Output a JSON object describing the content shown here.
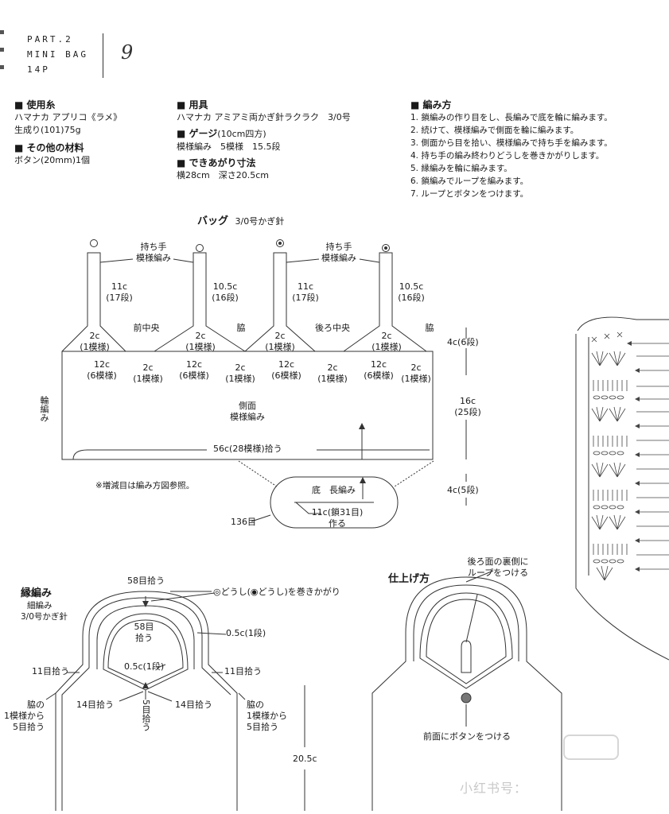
{
  "header": {
    "part": "PART.2",
    "title": "MINI BAG",
    "page_ref": "14P",
    "page_number": "9"
  },
  "materials": {
    "yarn_title": "使用糸",
    "yarn_lines": [
      "ハマナカ アプリコ《ラメ》",
      "生成り(101)75g"
    ],
    "other_title": "その他の材料",
    "other_lines": [
      "ボタン(20mm)1個"
    ]
  },
  "tools": {
    "title": "用具",
    "line": "ハマナカ アミアミ両かぎ針ラクラク　3/0号",
    "gauge_title": "ゲージ",
    "gauge_note": "(10cm四方)",
    "gauge_line": "模様編み　5模様　15.5段",
    "size_title": "できあがり寸法",
    "size_line": "横28cm　深さ20.5cm"
  },
  "method": {
    "title": "編み方",
    "steps": [
      "1. 鎖編みの作り目をし、長編みで底を輪に編みます。",
      "2. 続けて、模様編みで側面を輪に編みます。",
      "3. 側面から目を拾い、模様編みで持ち手を編みます。",
      "4. 持ち手の編み終わりどうしを巻きかがりします。",
      "5. 縁編みを輪に編みます。",
      "6. 鎖編みでループを編みます。",
      "7. ループとボタンをつけます。"
    ]
  },
  "bag_diagram": {
    "title": "バッグ",
    "hook": "3/0号かぎ針",
    "handle_label_1": "持ち手",
    "handle_label_2": "模様編み",
    "strap_lengths": [
      [
        "11c",
        "(17段)"
      ],
      [
        "10.5c",
        "(16段)"
      ],
      [
        "11c",
        "(17段)"
      ],
      [
        "10.5c",
        "(16段)"
      ]
    ],
    "strap_base": [
      "2c",
      "(1模様)"
    ],
    "front_center": "前中央",
    "side": "脇",
    "back_center": "後ろ中央",
    "bottom_row": [
      [
        "12c",
        "(6模様)"
      ],
      [
        "2c",
        "(1模様)"
      ],
      [
        "12c",
        "(6模様)"
      ],
      [
        "2c",
        "(1模様)"
      ],
      [
        "12c",
        "(6模様)"
      ],
      [
        "2c",
        "(1模様)"
      ],
      [
        "12c",
        "(6模様)"
      ],
      [
        "2c",
        "(1模様)"
      ]
    ],
    "round_label": "輪編み",
    "body_1": "側面",
    "body_2": "模様編み",
    "pickup": "56c(28模様)拾う",
    "dim_top": "4c(6段)",
    "dim_mid_1": "16c",
    "dim_mid_2": "(25段)",
    "dim_bottom": "4c(5段)",
    "note": "※増減目は編み方図参照。",
    "base_title": "底　長編み",
    "base_chain_1": "11c(鎖31目)",
    "base_chain_2": "作る",
    "base_total": "136目"
  },
  "edging": {
    "title": "縁編み",
    "sub_1": "細編み",
    "sub_2": "3/0号かぎ針",
    "outer_pick": "58目拾う",
    "whip_note": "◎どうし(◉どうし)を巻きかがり",
    "inner_pick_1": "58目",
    "inner_pick_2": "拾う",
    "outer_band": "0.5c(1段)",
    "inner_band": "0.5c(1段)",
    "left_11": "11目拾う",
    "right_11": "11目拾う",
    "left_14": "14目拾う",
    "right_14": "14目拾う",
    "center": "5目拾う",
    "side_left": [
      "脇の",
      "1模様から",
      "5目拾う"
    ],
    "side_right": [
      "脇の",
      "1模様から",
      "5目拾う"
    ],
    "height": "20.5c"
  },
  "finishing": {
    "title": "仕上げ方",
    "loop_1": "後ろ面の裏側に",
    "loop_2": "ループをつける",
    "button": "前面にボタンをつける"
  },
  "watermark": {
    "text": "小红书号："
  }
}
